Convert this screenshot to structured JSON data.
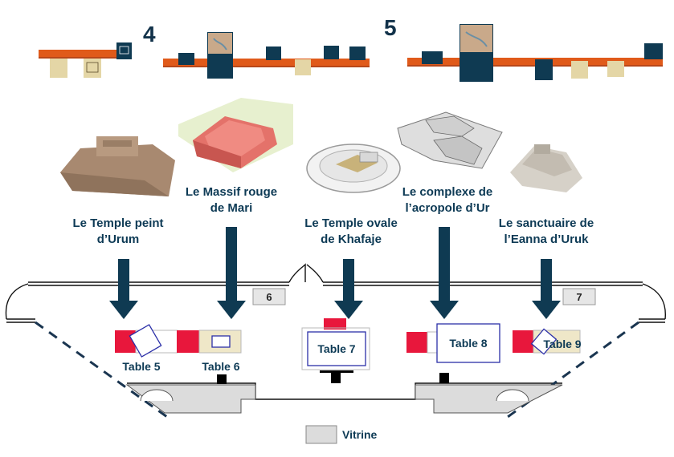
{
  "panels": {
    "left_number": "4",
    "right_number": "5"
  },
  "models": [
    {
      "id": "urum",
      "line1": "Le Temple peint",
      "line2": "d’Urum"
    },
    {
      "id": "mari",
      "line1": "Le Massif rouge",
      "line2": "de Mari"
    },
    {
      "id": "khafaje",
      "line1": "Le Temple ovale",
      "line2": "de Khafaje"
    },
    {
      "id": "ur",
      "line1": "Le complexe de",
      "line2": "l’acropole d’Ur"
    },
    {
      "id": "uruk",
      "line1": "Le sanctuaire de",
      "line2": "l’Eanna d’Uruk"
    }
  ],
  "tables": {
    "t5": "Table 5",
    "t6": "Table 6",
    "t7": "Table 7",
    "t8": "Table 8",
    "t9": "Table 9"
  },
  "doors": {
    "d6": "6",
    "d7": "7"
  },
  "legend": {
    "label": "Vitrine",
    "swatch_color": "#dcdcdc"
  },
  "colors": {
    "arrow": "#0f3a52",
    "red": "#e8173c",
    "table_outline": "#2b2fa8",
    "panel_orange": "#e05a1a",
    "panel_navy": "#0f3a52"
  }
}
